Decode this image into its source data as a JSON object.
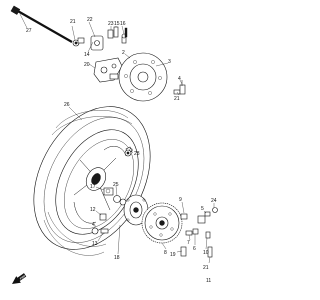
{
  "callouts": {
    "c1": "1",
    "c2": "2",
    "c3": "3",
    "c4": "4",
    "c5": "5",
    "c6": "6",
    "c7": "7",
    "c8": "8",
    "c9": "9",
    "c10": "10",
    "c11": "11",
    "c12": "12",
    "c13": "13",
    "c14": "14",
    "c15": "15",
    "c16": "16",
    "c17": "17",
    "c18": "18",
    "c19": "19",
    "c20": "20",
    "c21": "21",
    "c22": "22",
    "c23": "23",
    "c24": "24",
    "c25": "25",
    "c26": "26",
    "c27": "27",
    "c28": "28"
  },
  "fwd_text": "FWD",
  "colors": {
    "ink": "#111111",
    "background": "#ffffff"
  },
  "icons": {
    "forward": "forward-arrow-icon",
    "marker": "circle-marker-icon"
  }
}
